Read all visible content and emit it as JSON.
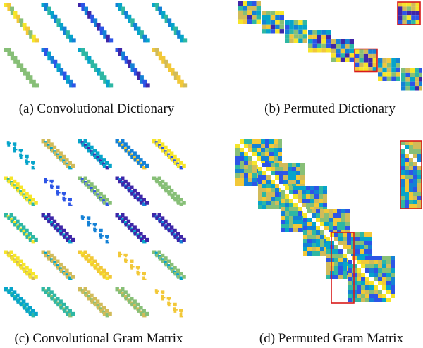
{
  "figure": {
    "panels": [
      {
        "id": "a",
        "label": "(a)",
        "caption": "Convolutional Dictionary",
        "kind": "conv-dict"
      },
      {
        "id": "b",
        "label": "(b)",
        "caption": "Permuted Dictionary",
        "kind": "perm-dict"
      },
      {
        "id": "c",
        "label": "(c)",
        "caption": "Convolutional Gram Matrix",
        "kind": "conv-gram"
      },
      {
        "id": "d",
        "label": "(d)",
        "caption": "Permuted Gram Matrix",
        "kind": "perm-gram"
      }
    ],
    "colors": {
      "palette": [
        "#3e26a8",
        "#2d55e6",
        "#1481d6",
        "#06a4ca",
        "#2eb7a4",
        "#87bf77",
        "#d1bb59",
        "#f2c838",
        "#f6e529"
      ],
      "highlight": "#d81b1b",
      "white": "#ffffff"
    }
  }
}
